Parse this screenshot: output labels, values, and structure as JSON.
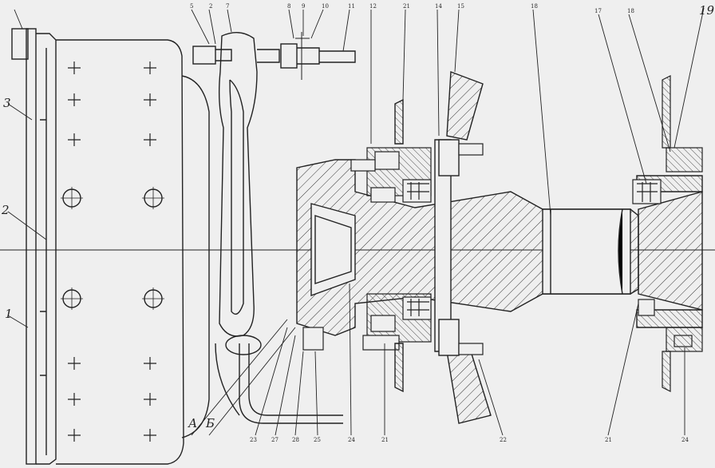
{
  "side_labels": {
    "l1": "1",
    "l2": "2",
    "l3": "3",
    "l19": "19"
  },
  "bottom_labels": {
    "a": "А",
    "b": "Б"
  },
  "callouts": {
    "top": [
      "5",
      "2",
      "7",
      "8",
      "9",
      "10",
      "11",
      "12",
      "21",
      "14",
      "15",
      "18",
      "17",
      "18"
    ],
    "bottom": [
      "23",
      "27",
      "28",
      "25",
      "24",
      "21",
      "22",
      "21",
      "24"
    ]
  }
}
